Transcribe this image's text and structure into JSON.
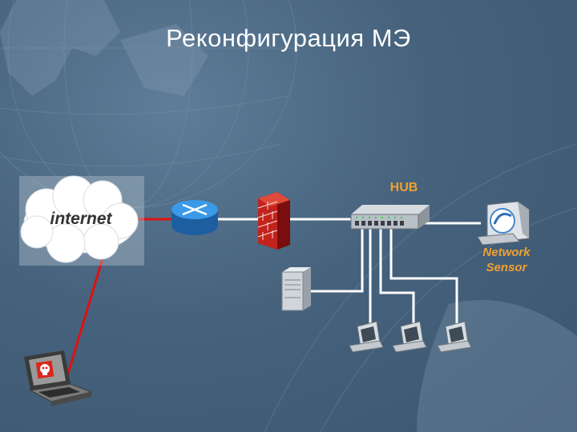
{
  "title": "Реконфигурация МЭ",
  "nodes": {
    "internet": "internet",
    "hub": "HUB",
    "sensor_line1": "Network",
    "sensor_line2": "Sensor"
  },
  "colors": {
    "background": "#46627d",
    "label_accent": "#f0a030",
    "attack_link": "#e01010",
    "network_link": "#ffffff",
    "router": "#2f86d6",
    "firewall": "#b41a1a"
  }
}
